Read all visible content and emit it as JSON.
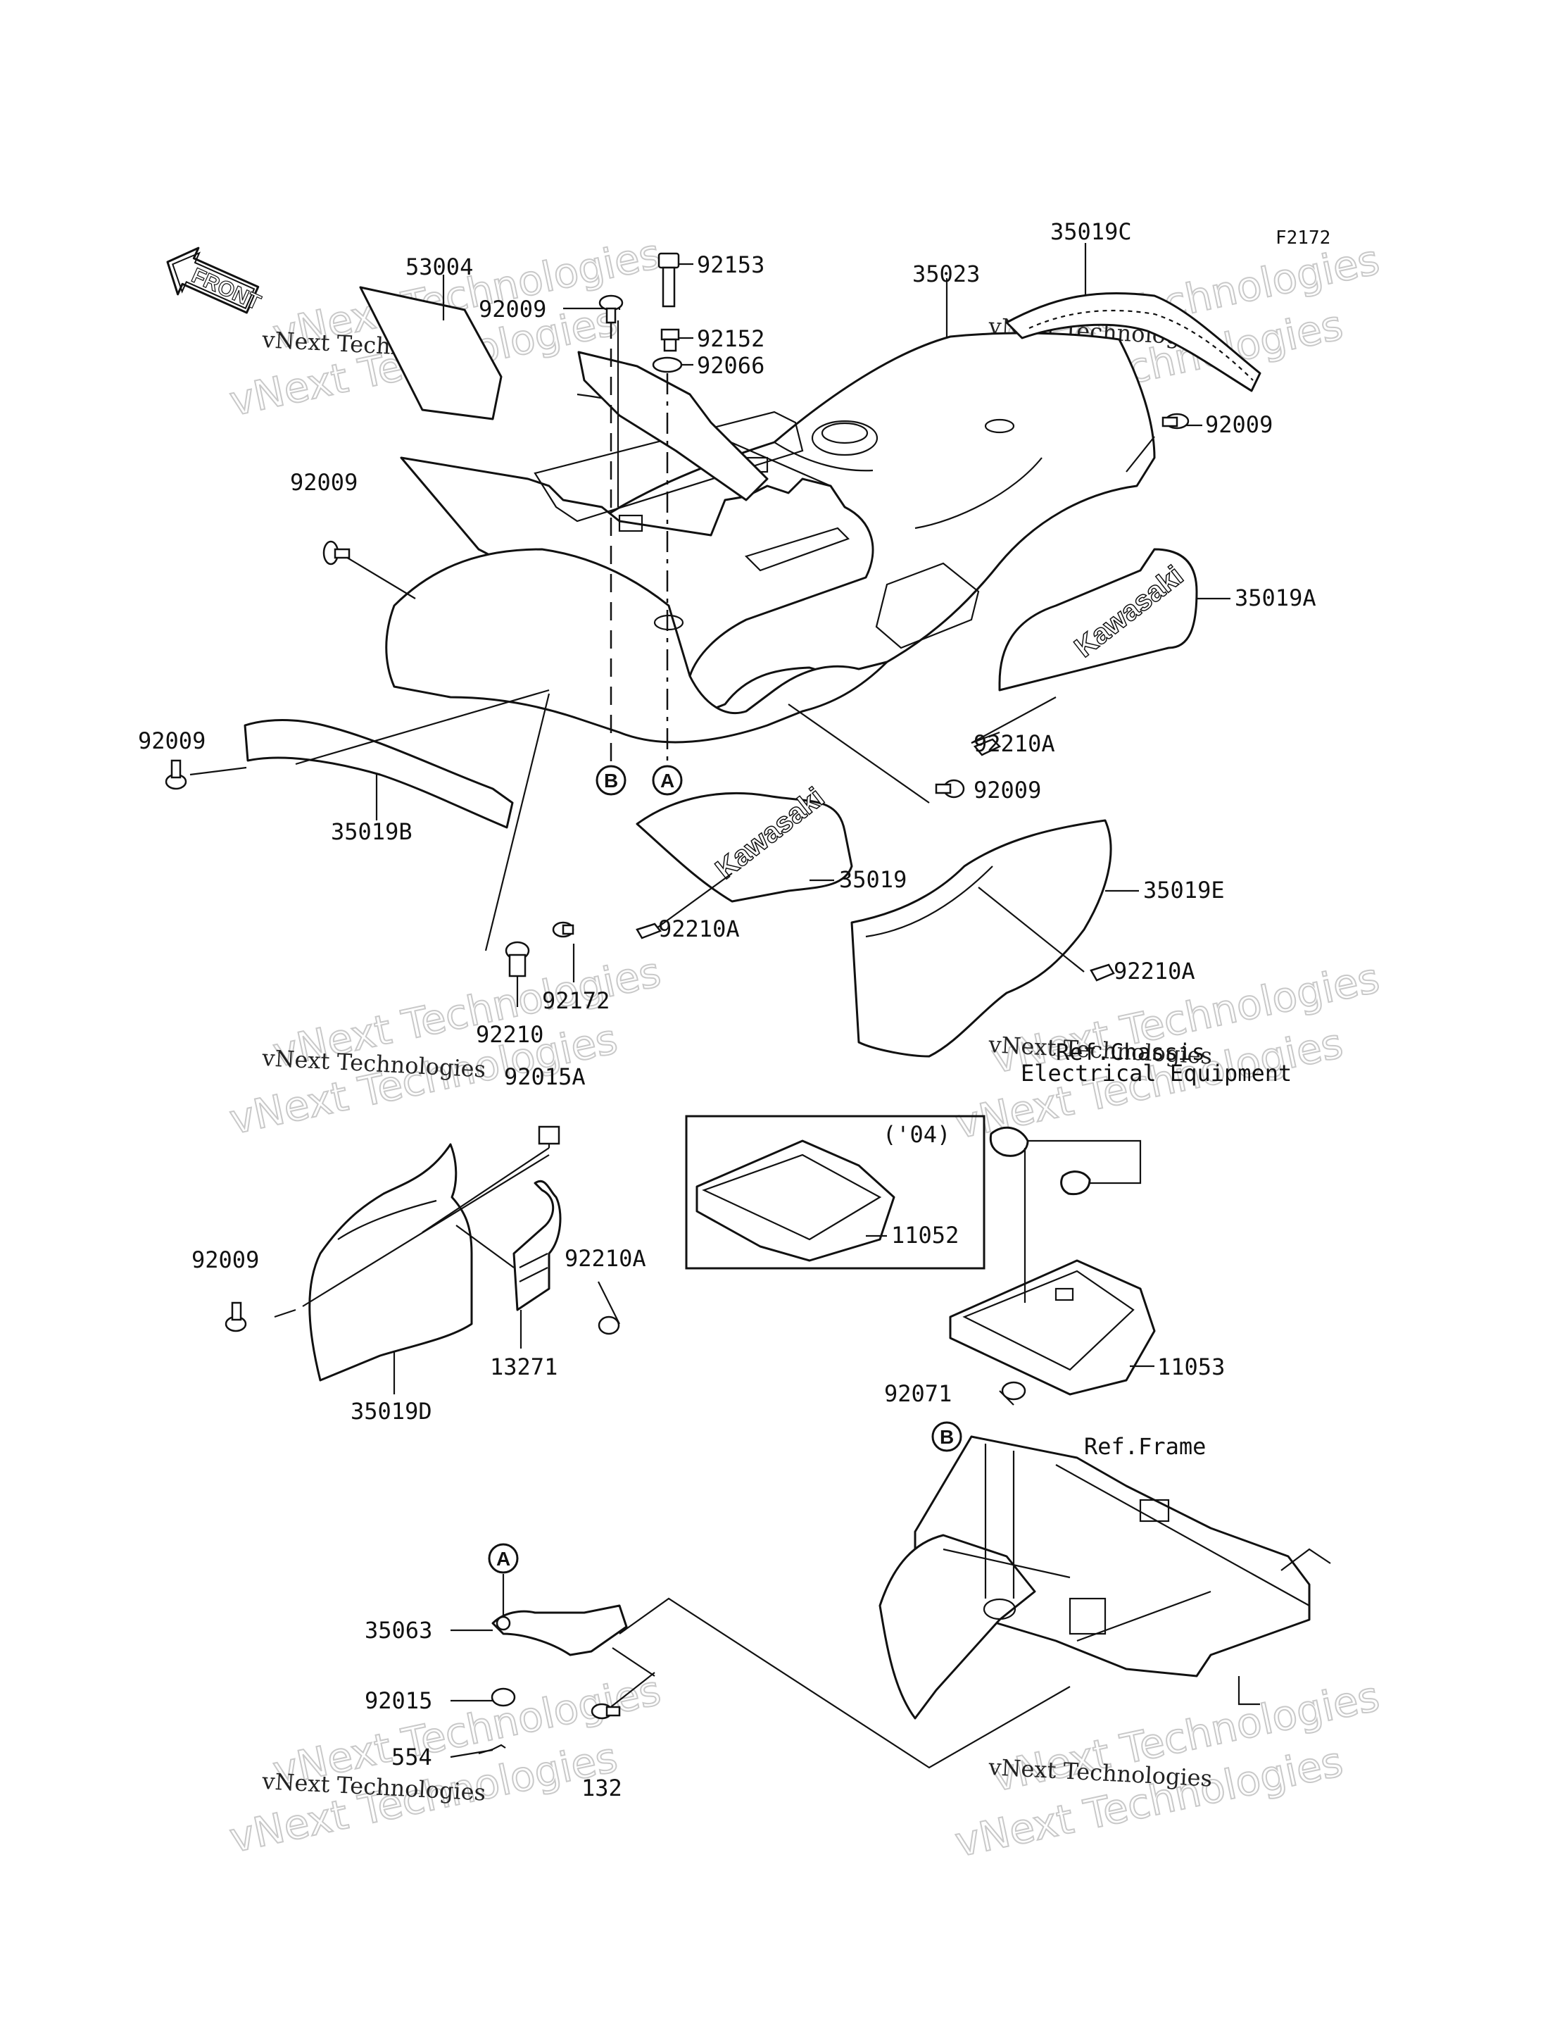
{
  "figure_code": "F2172",
  "front_label": "FRONT",
  "brand_text": "Kawasaki",
  "watermark": {
    "line1": "vNext Technologies",
    "line2": "vNext Technologies"
  },
  "callouts": {
    "A": "A",
    "B": "B"
  },
  "refs": {
    "chassis_line1": "Ref.Chassis",
    "chassis_line2": "Electrical Equipment",
    "frame": "Ref.Frame",
    "year": "('04)"
  },
  "parts": {
    "p53004": "53004",
    "p92009_a": "92009",
    "p92153": "92153",
    "p92152": "92152",
    "p92066": "92066",
    "p35023": "35023",
    "p35019C": "35019C",
    "p92009_b": "92009",
    "p92009_c": "92009",
    "p35019A": "35019A",
    "p92210A_a": "92210A",
    "p92009_d": "92009",
    "p92009_e": "92009",
    "p35019B": "35019B",
    "p35019": "35019",
    "p92210A_b": "92210A",
    "p35019E": "35019E",
    "p92210A_c": "92210A",
    "p92172": "92172",
    "p92210": "92210",
    "p92015A": "92015A",
    "p92009_f": "92009",
    "p92210A_d": "92210A",
    "p13271": "13271",
    "p35019D": "35019D",
    "p11052": "11052",
    "p11053": "11053",
    "p92071": "92071",
    "p35063": "35063",
    "p92015": "92015",
    "p554": "554",
    "p132": "132"
  }
}
